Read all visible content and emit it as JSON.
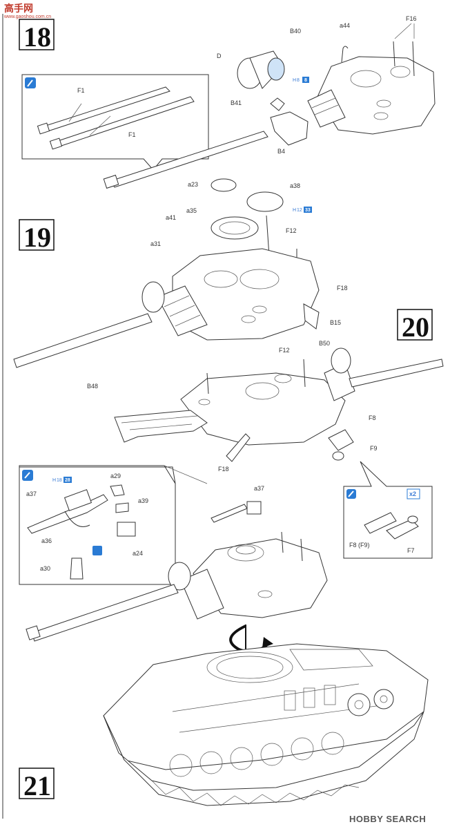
{
  "watermark": {
    "top_chars": "高手网",
    "top_url": "www.gaoshou.com.cn",
    "bottom": "HOBBY SEARCH"
  },
  "steps": {
    "s18": "18",
    "s19": "19",
    "s20": "20",
    "s21": "21"
  },
  "step18": {
    "B40": "B40",
    "D": "D",
    "a44": "a44",
    "F16": "F16",
    "F1a": "F1",
    "F1b": "F1",
    "B41": "B41",
    "B4": "B4",
    "ref_h": "H",
    "ref_num": "8",
    "ref_box": "8"
  },
  "step19": {
    "a23": "a23",
    "a38": "a38",
    "a35": "a35",
    "ref_h": "H",
    "ref_num": "12",
    "ref_box": "33",
    "a41": "a41",
    "F12": "F12",
    "a31": "a31",
    "F18": "F18",
    "B15": "B15"
  },
  "step20": {
    "F12": "F12",
    "B50": "B50",
    "B48": "B48",
    "F8": "F8",
    "F9": "F9",
    "F18": "F18",
    "F8F9": "F8 (F9)",
    "F7": "F7",
    "x2": "x2"
  },
  "step21": {
    "a29": "a29",
    "a39": "a39",
    "a37_inset": "a37",
    "a36": "a36",
    "a24": "a24",
    "a30": "a30",
    "ref_h": "H",
    "ref_num": "18",
    "ref_box": "28",
    "a37": "a37"
  }
}
